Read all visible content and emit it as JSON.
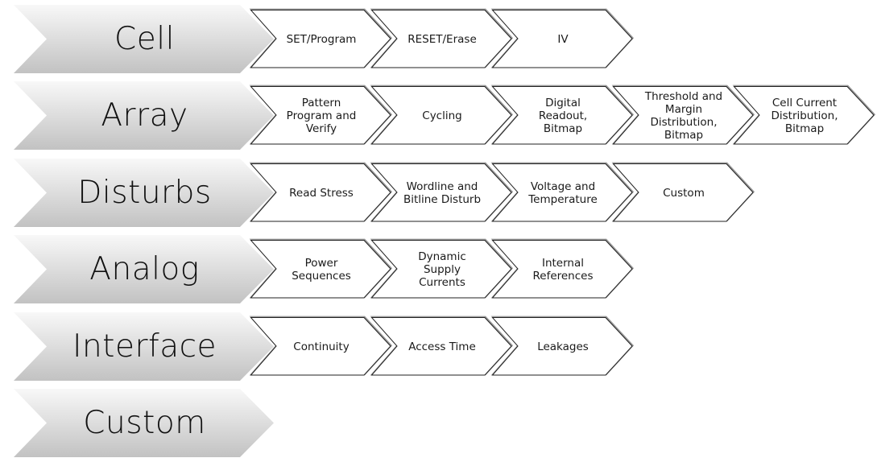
{
  "diagram": {
    "colors": {
      "category_gradient_top": "#f8f8f8",
      "category_gradient_bottom": "#c2c2c2",
      "step_fill": "#ffffff",
      "step_stroke": "#222222",
      "step_shadow": "#9a9a9a",
      "text": "#111111"
    },
    "rows": [
      {
        "category": "Cell",
        "steps": [
          "SET/Program",
          "RESET/Erase",
          "IV"
        ]
      },
      {
        "category": "Array",
        "steps": [
          "Pattern\nProgram and\nVerify",
          "Cycling",
          "Digital\nReadout,\nBitmap",
          "Threshold and\nMargin\nDistribution,\nBitmap",
          "Cell Current\nDistribution,\nBitmap"
        ]
      },
      {
        "category": "Disturbs",
        "steps": [
          "Read Stress",
          "Wordline and\nBitline Disturb",
          "Voltage and\nTemperature",
          "Custom"
        ]
      },
      {
        "category": "Analog",
        "steps": [
          "Power\nSequences",
          "Dynamic\nSupply\nCurrents",
          "Internal\nReferences"
        ]
      },
      {
        "category": "Interface",
        "steps": [
          "Continuity",
          "Access Time",
          "Leakages"
        ]
      },
      {
        "category": "Custom",
        "steps": []
      }
    ]
  }
}
